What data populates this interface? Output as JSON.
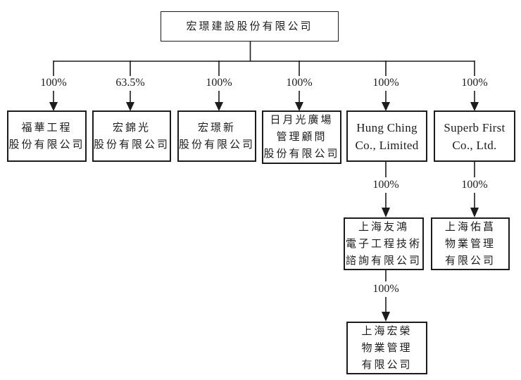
{
  "colors": {
    "line": "#1c1c1c",
    "background": "#ffffff"
  },
  "diagram": {
    "type": "org-chart",
    "root": {
      "label": "宏璟建設股份有限公司"
    },
    "level1": [
      {
        "ownership": "100%",
        "line1": "福華工程",
        "line2": "股份有限公司"
      },
      {
        "ownership": "63.5%",
        "line1": "宏錦光",
        "line2": "股份有限公司"
      },
      {
        "ownership": "100%",
        "line1": "宏璟新",
        "line2": "股份有限公司"
      },
      {
        "ownership": "100%",
        "line1": "日月光廣場",
        "line2": "管理顧問",
        "line3": "股份有限公司"
      },
      {
        "ownership": "100%",
        "line1": "Hung Ching",
        "line2": "Co., Limited"
      },
      {
        "ownership": "100%",
        "line1": "Superb First",
        "line2": "Co., Ltd."
      }
    ],
    "level2": [
      {
        "parent": "Hung Ching Co., Limited",
        "ownership": "100%",
        "line1": "上海友鴻",
        "line2": "電子工程技術",
        "line3": "諮詢有限公司"
      },
      {
        "parent": "Superb First Co., Ltd.",
        "ownership": "100%",
        "line1": "上海佑菖",
        "line2": "物業管理",
        "line3": "有限公司"
      }
    ],
    "level3": [
      {
        "parent": "上海友鴻電子工程技術諮詢有限公司",
        "ownership": "100%",
        "line1": "上海宏榮",
        "line2": "物業管理",
        "line3": "有限公司"
      }
    ]
  }
}
